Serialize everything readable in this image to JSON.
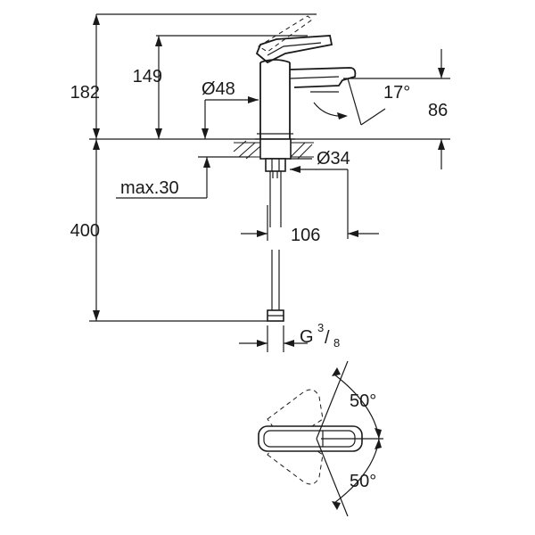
{
  "dimensions": {
    "total_height": "182",
    "spout_height": "149",
    "body_diameter": "Ø48",
    "spout_angle": "17°",
    "outlet_height": "86",
    "hole_diameter": "Ø34",
    "max_thickness": "max.30",
    "hose_length": "400",
    "projection": "106",
    "connection_g": "G",
    "connection_num": "3",
    "connection_den": "8",
    "lever_angle_top": "50°",
    "lever_angle_bottom": "50°"
  }
}
